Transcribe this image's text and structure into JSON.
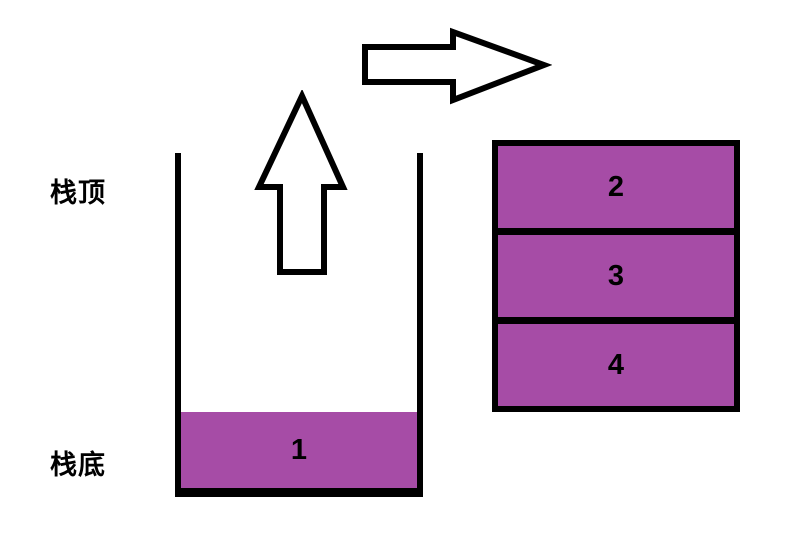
{
  "diagram": {
    "description": "Stack data structure pop operation diagram",
    "labels": {
      "stack_top": "栈顶",
      "stack_bottom": "栈底"
    },
    "stack": {
      "items": [
        {
          "label": "1"
        }
      ]
    },
    "popped_items": {
      "items": [
        {
          "label": "2"
        },
        {
          "label": "3"
        },
        {
          "label": "4"
        }
      ]
    },
    "icons": {
      "up_arrow": "up-arrow",
      "right_arrow": "right-arrow"
    },
    "colors": {
      "block_fill": "#A64CA6",
      "outline": "#000000",
      "background": "#FFFFFF",
      "text": "#000000"
    }
  }
}
